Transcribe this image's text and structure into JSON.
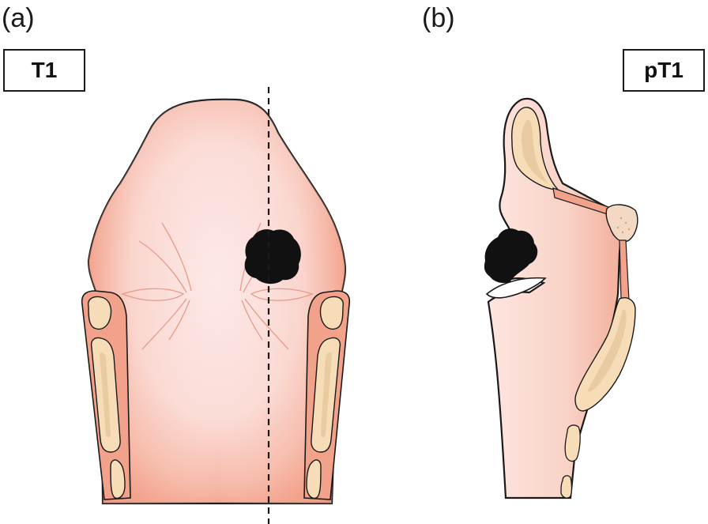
{
  "panels": [
    {
      "letter": "(a)",
      "stage": "T1"
    },
    {
      "letter": "(b)",
      "stage": "pT1"
    }
  ],
  "colors": {
    "tissue_outer": "#f2a18a",
    "tissue_inner": "#fbe3e0",
    "cartilage": "#f7dcb8",
    "cartilage_core": "#e8cba0",
    "tumor": "#111111",
    "outline": "#1a1a1a"
  }
}
